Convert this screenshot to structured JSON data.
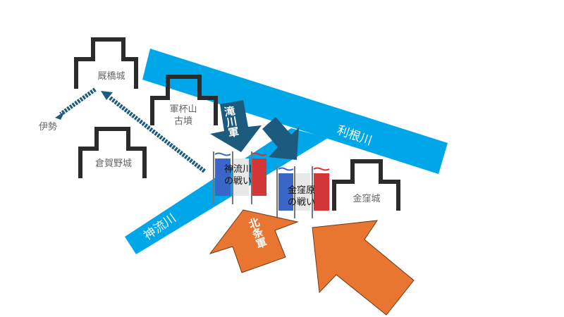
{
  "colors": {
    "river": "#00a7e8",
    "castle": "#2b2b2b",
    "takigawa": "#1d5b7e",
    "hojo": "#e87530",
    "banner_blue": "#3a66c8",
    "banner_white": "#e8e8e8",
    "banner_red": "#d23636"
  },
  "castles": [
    {
      "name": "厩橋城"
    },
    {
      "name": "軍杯山\n古墳"
    },
    {
      "name": "倉賀野城"
    },
    {
      "name": "金窪城"
    }
  ],
  "places": {
    "ise": "伊勢"
  },
  "rivers": {
    "tone": "利根川",
    "kanna": "神流川"
  },
  "armies": {
    "takigawa": "滝川軍",
    "hojo": "北条軍"
  },
  "battles": {
    "kannagawa": "神流川\nの戦い",
    "kanakubohara": "金窪原\nの戦い"
  }
}
